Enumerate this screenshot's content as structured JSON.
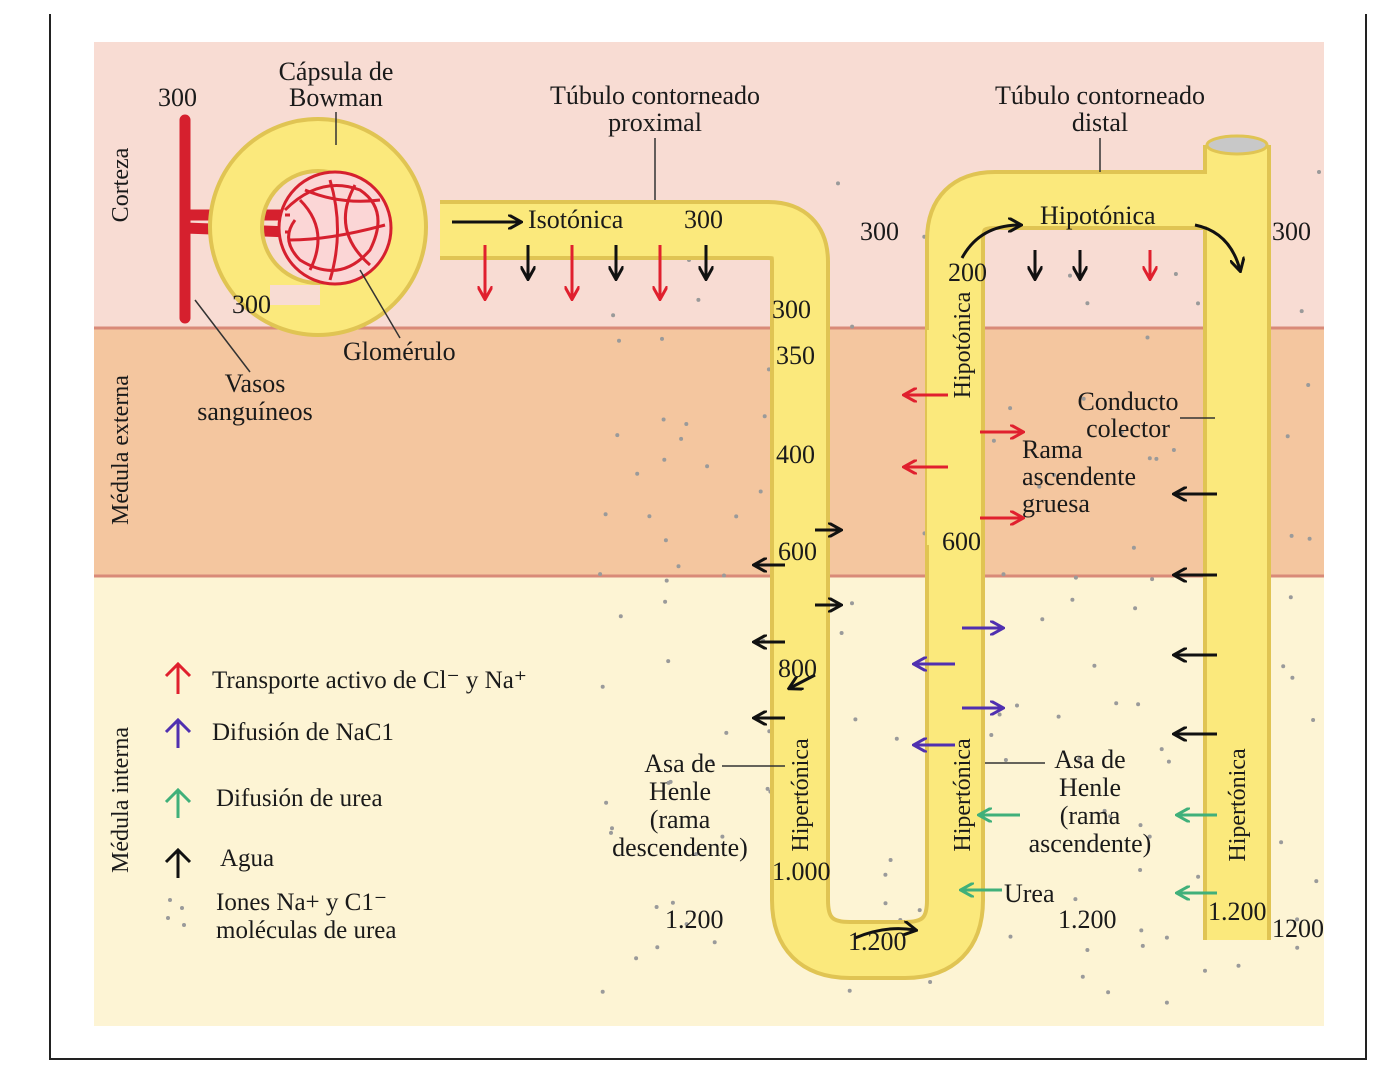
{
  "colors": {
    "cortex": "#f8dcd3",
    "outer_medulla": "#f4c69f",
    "inner_medulla": "#fdf4d4",
    "tubule": "#fbe97c",
    "tubule_edge": "#e0c453",
    "zone_line": "#d98a78",
    "active_transport": "#e0202e",
    "nacl_diffusion": "#5030b0",
    "urea_diffusion": "#40b07a",
    "water": "#111111",
    "blood": "#d6202e"
  },
  "zones": {
    "cortex": "Corteza",
    "outer_medulla": "Médula externa",
    "inner_medulla": "Médula interna"
  },
  "labels": {
    "bowman": [
      "Cápsula de",
      "Bowman"
    ],
    "pct": [
      "Túbulo contorneado",
      "proximal"
    ],
    "dct": [
      "Túbulo contorneado",
      "distal"
    ],
    "glomerulo": "Glomérulo",
    "vasos": [
      "Vasos",
      "sanguíneos"
    ],
    "isotonica": "Isotónica",
    "hipotonica_top": "Hipotónica",
    "hipotonica_vert": "Hipotónica",
    "conducto": [
      "Conducto",
      "colector"
    ],
    "rama_gruesa": [
      "Rama",
      "ascendente",
      "gruesa"
    ],
    "asa_desc": [
      "Asa de",
      "Henle",
      "(rama",
      "descendente)"
    ],
    "asa_asc": [
      "Asa de",
      "Henle",
      "(rama",
      "ascendente)"
    ],
    "urea": "Urea",
    "hipertonica_desc": "Hipertónica",
    "hipertonica_asc": "Hipertónica",
    "hipertonica_cd": "Hipertónica"
  },
  "osmolarity": {
    "blood_300": "300",
    "capsule_300": "300",
    "pct_300": "300",
    "cortex_300": "300",
    "right_300": "300",
    "desc_300": "300",
    "desc_350": "350",
    "desc_400": "400",
    "desc_600": "600",
    "desc_800": "800",
    "desc_1000": "1.000",
    "left_1200": "1.200",
    "bottom_1200": "1.200",
    "asc_200": "200",
    "asc_600": "600",
    "mid_1200": "1.200",
    "cd_1200": "1.200",
    "edge_1200": "1200"
  },
  "legend": {
    "active": "Transporte activo de Cl⁻ y Na⁺",
    "nacl": "Difusión de NaC1",
    "urea": "Difusión de urea",
    "water": "Agua",
    "ions": [
      "Iones Na+ y C1⁻",
      "moléculas de urea"
    ]
  },
  "icons": {
    "active": "arrow-up-red-icon",
    "nacl": "arrow-up-blue-icon",
    "urea": "arrow-up-green-icon",
    "water": "arrow-up-black-icon",
    "ions": "dots-icon"
  }
}
